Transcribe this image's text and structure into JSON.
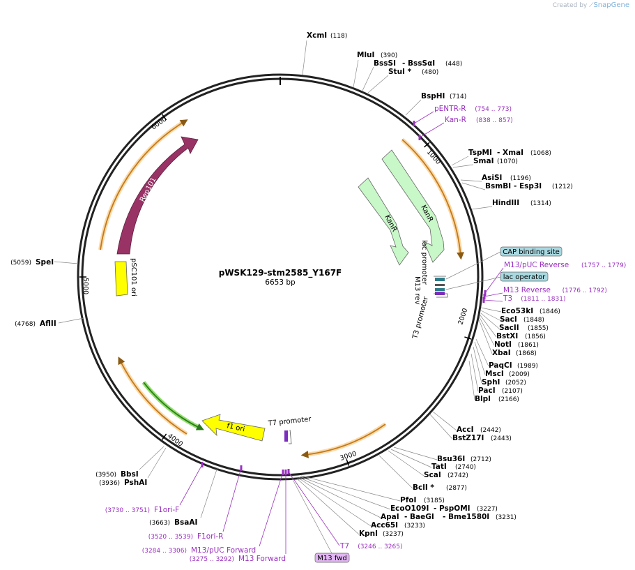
{
  "watermark": {
    "prefix": "Created by",
    "brand": "SnapGene"
  },
  "plasmid": {
    "name": "pWSK129-stm2585_Y167F",
    "length": "6653 bp"
  },
  "ticks": [
    "1000",
    "2000",
    "3000",
    "4000",
    "5000",
    "6000"
  ],
  "enzymes": [
    {
      "name": "XcmI",
      "pos": "(118)"
    },
    {
      "name": "MluI",
      "pos": "(390)"
    },
    {
      "name": "BssSI",
      "sep": "- BssSαI",
      "pos": "(448)"
    },
    {
      "name": "StuI *",
      "pos": "(480)"
    },
    {
      "name": "BspHI",
      "pos": "(714)"
    },
    {
      "name": "TspMI",
      "sep": "- XmaI",
      "pos": "(1068)"
    },
    {
      "name": "SmaI",
      "pos": "(1070)"
    },
    {
      "name": "AsiSI",
      "pos": "(1196)"
    },
    {
      "name": "BsmBI",
      "sep": "- Esp3I",
      "pos": "(1212)"
    },
    {
      "name": "HindIII",
      "pos": "(1314)"
    },
    {
      "name": "Eco53kI",
      "pos": "(1846)"
    },
    {
      "name": "SacI",
      "pos": "(1848)"
    },
    {
      "name": "SacII",
      "pos": "(1855)"
    },
    {
      "name": "BstXI",
      "pos": "(1856)"
    },
    {
      "name": "NotI",
      "pos": "(1861)"
    },
    {
      "name": "XbaI",
      "pos": "(1868)"
    },
    {
      "name": "PaqCI",
      "pos": "(1989)"
    },
    {
      "name": "MscI",
      "pos": "(2009)"
    },
    {
      "name": "SphI",
      "pos": "(2052)"
    },
    {
      "name": "PacI",
      "pos": "(2107)"
    },
    {
      "name": "BlpI",
      "pos": "(2166)"
    },
    {
      "name": "AccI",
      "pos": "(2442)"
    },
    {
      "name": "BstZ17I",
      "pos": "(2443)"
    },
    {
      "name": "Bsu36I",
      "pos": "(2712)"
    },
    {
      "name": "TatI",
      "pos": "(2740)"
    },
    {
      "name": "ScaI",
      "pos": "(2742)"
    },
    {
      "name": "BclI *",
      "pos": "(2877)"
    },
    {
      "name": "PfoI",
      "pos": "(3185)"
    },
    {
      "name": "EcoO109I",
      "sep": "- PspOMI",
      "pos": "(3227)"
    },
    {
      "name": "ApaI",
      "sep": "- BaeGI",
      "sep2": "- Bme1580I",
      "pos": "(3231)"
    },
    {
      "name": "Acc65I",
      "pos": "(3233)"
    },
    {
      "name": "KpnI",
      "pos": "(3237)"
    },
    {
      "name": "BsaAI",
      "pos": "(3663)"
    },
    {
      "name": "PshAI",
      "pos": "(3936)"
    },
    {
      "name": "BbsI",
      "pos": "(3950)"
    },
    {
      "name": "AflII",
      "pos": "(4768)"
    },
    {
      "name": "SpeI",
      "pos": "(5059)"
    }
  ],
  "primers": [
    {
      "name": "pENTR-R",
      "pos": "(754 .. 773)"
    },
    {
      "name": "Kan-R",
      "pos": "(838 .. 857)"
    },
    {
      "name": "M13/pUC Reverse",
      "pos": "(1757 .. 1779)"
    },
    {
      "name": "M13 Reverse",
      "pos": "(1776 .. 1792)"
    },
    {
      "name": "T3",
      "pos": "(1811 .. 1831)"
    },
    {
      "name": "T7",
      "pos": "(3246 .. 3265)"
    },
    {
      "name": "M13/pUC Forward",
      "pos": "(3284 .. 3306)"
    },
    {
      "name": "M13 Forward",
      "pos": "(3275 .. 3292)"
    },
    {
      "name": "F1ori-R",
      "pos": "(3520 .. 3539)"
    },
    {
      "name": "F1ori-F",
      "pos": "(3730 .. 3751)"
    }
  ],
  "boxed_features": [
    "CAP binding site",
    "lac operator",
    "M13 fwd"
  ],
  "features": {
    "kanr1": "KanR",
    "kanr2": "KanR",
    "rep101": "Rep101",
    "psc101": "pSC101 ori",
    "f1ori": "f1 ori",
    "lac_promoter": "lac promoter",
    "m13rev": "M13 rev",
    "t3_promoter": "T3 promoter",
    "t7_promoter": "T7 promoter"
  },
  "colors": {
    "primer": "#9b30c0",
    "kanr_fill": "#c8f7c8",
    "rep101_fill": "#993366",
    "ori_fill": "#ffff00",
    "orf_arrow": "#c27a1a",
    "orf_halo": "#fbd9a8",
    "box_fill": "#a8d8e0"
  }
}
